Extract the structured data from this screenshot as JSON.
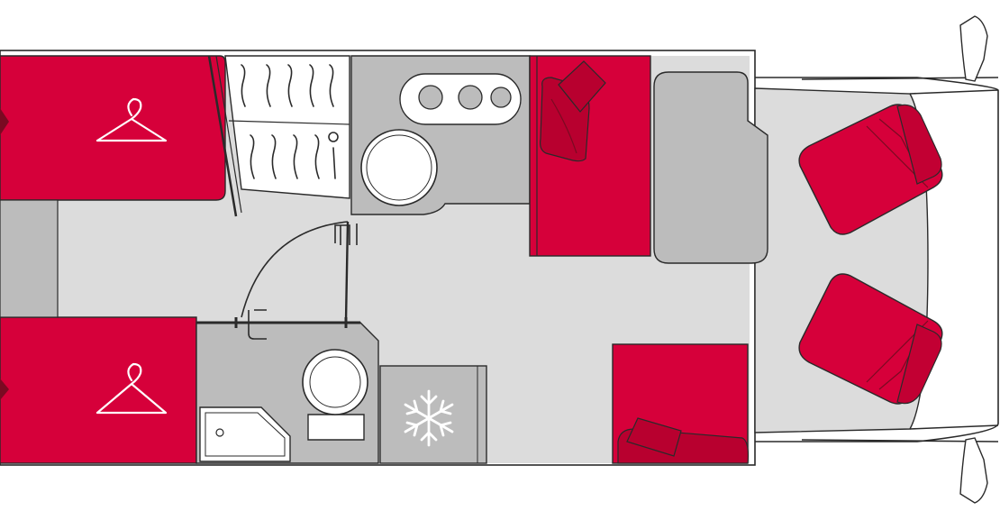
{
  "colors": {
    "accent": "#d6003a",
    "floor": "#dcdcdc",
    "fixture": "#bcbcbc",
    "outline": "#2a2a2a"
  },
  "features": {
    "wardrobe_top": "hanger-icon",
    "wardrobe_bottom": "hanger-icon",
    "fridge": "snowflake-icon",
    "hob": "stove-burners",
    "sink": "round-sink",
    "toilet": "toilet-bowl",
    "shower": "shower-tray"
  }
}
